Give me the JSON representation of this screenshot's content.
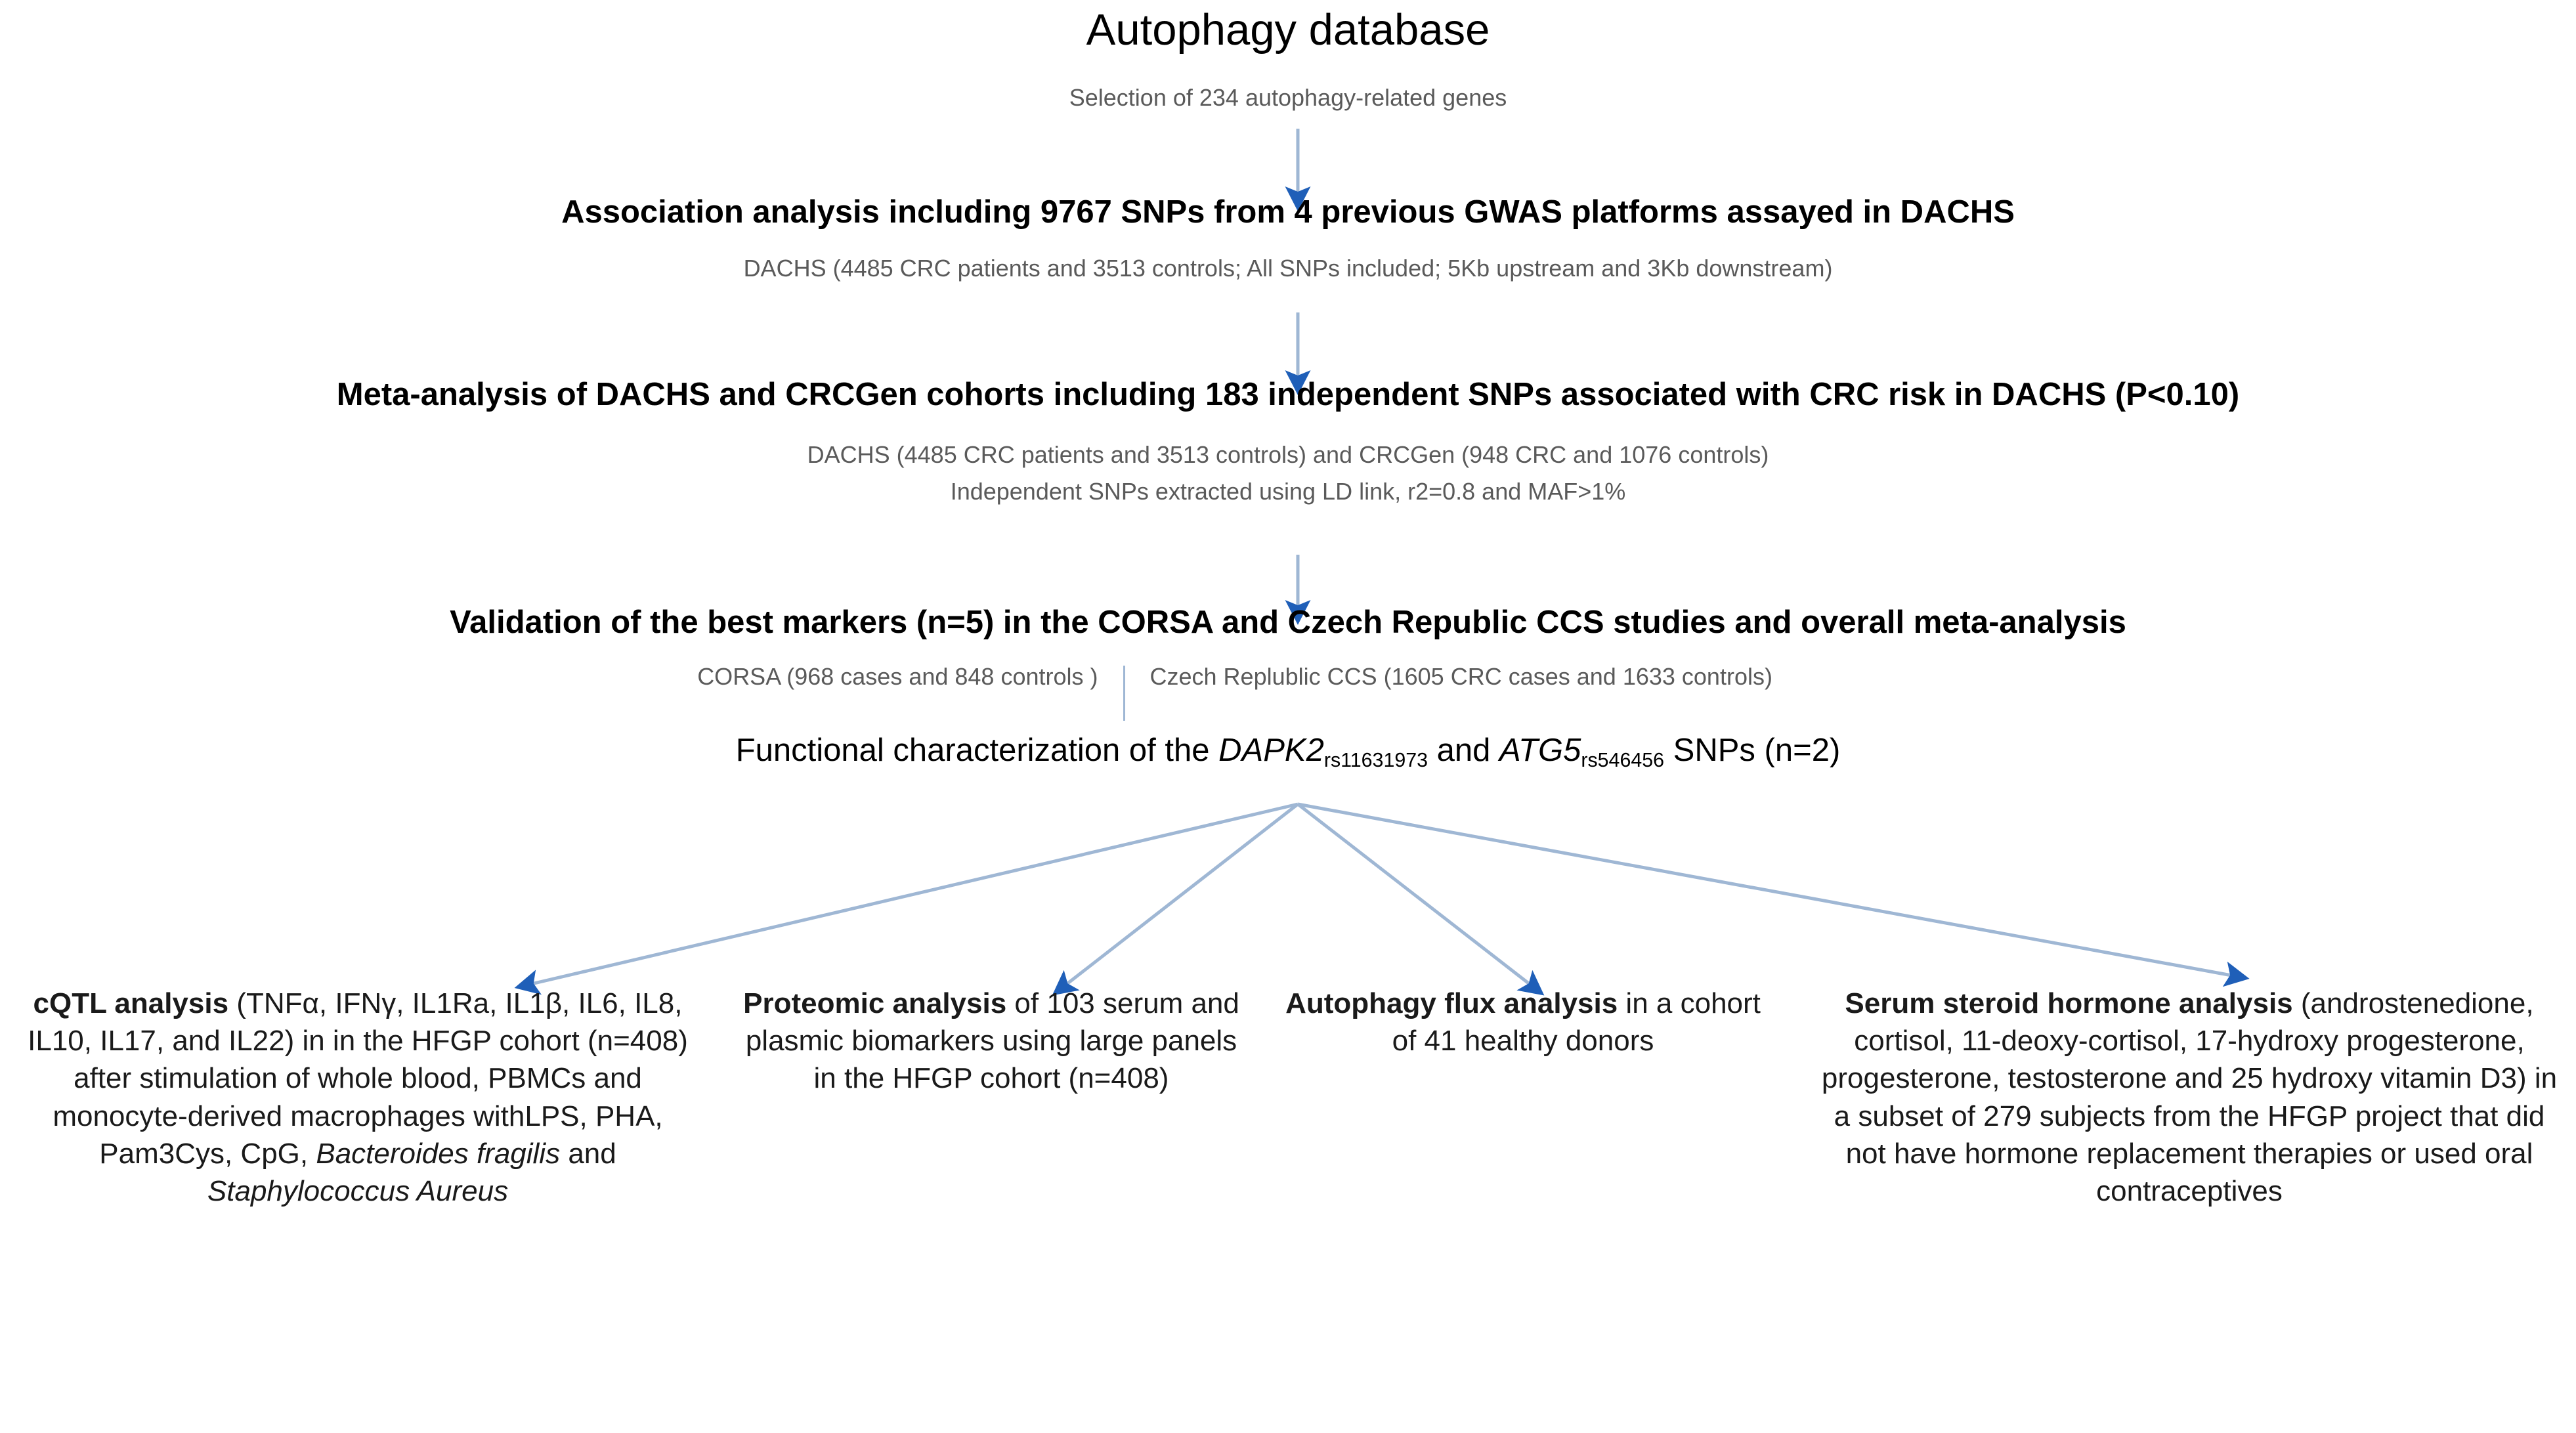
{
  "title": "Autophagy database",
  "steps": {
    "selection_note": "Selection of 234 autophagy-related genes",
    "association_title": "Association analysis including 9767 SNPs from 4 previous GWAS platforms assayed in DACHS",
    "association_note": "DACHS (4485 CRC patients and 3513 controls; All SNPs included; 5Kb upstream and 3Kb downstream)",
    "meta_title": "Meta-analysis of DACHS and CRCGen cohorts including 183 independent SNPs associated with CRC risk in DACHS (P<0.10)",
    "meta_note_1": "DACHS (4485 CRC patients and 3513 controls) and CRCGen (948 CRC and 1076 controls)",
    "meta_note_2": "Independent SNPs extracted using LD link, r2=0.8 and MAF>1%",
    "validation_title": "Validation of the best markers (n=5) in the CORSA and Czech Republic CCS studies and overall meta-analysis",
    "validation_note_left": "CORSA (968 cases and 848 controls )",
    "validation_note_right": "Czech Replublic CCS (1605 CRC cases and 1633 controls)",
    "functional": {
      "prefix": "Functional characterization of the ",
      "gene_1": "DAPK2",
      "gene_1_sub": "rs11631973",
      "middle": " and ",
      "gene_2": "ATG5",
      "gene_2_sub": "rs546456",
      "suffix": " SNPs (n=2)"
    }
  },
  "columns": [
    {
      "lead": "cQTL analysis",
      "body_1": " (TNFα, IFNγ, IL1Ra, IL1β, IL6, IL8, IL10, IL17, and IL22) in in the HFGP cohort (n=408) after stimulation of whole blood, PBMCs and monocyte-derived macrophages withLPS, PHA, Pam3Cys, CpG, ",
      "italic_1": "Bacteroides fragilis",
      "body_2": " and ",
      "italic_2": "Staphylococcus Aureus",
      "body_3": ""
    },
    {
      "lead": "Proteomic analysis",
      "body_1": " of 103 serum and plasmic biomarkers using large panels in the HFGP cohort (n=408)",
      "italic_1": "",
      "body_2": "",
      "italic_2": "",
      "body_3": ""
    },
    {
      "lead": "Autophagy flux analysis",
      "body_1": " in a cohort of 41 healthy donors",
      "italic_1": "",
      "body_2": "",
      "italic_2": "",
      "body_3": ""
    },
    {
      "lead": "Serum steroid hormone analysis",
      "body_1": " (androstenedione, cortisol, 11-deoxy-cortisol, 17-hydroxy progesterone, progesterone, testosterone and 25 hydroxy vitamin D3) in a subset of 279 subjects from the HFGP project that did not have hormone replacement therapies or used oral contraceptives",
      "italic_1": "",
      "body_2": "",
      "italic_2": "",
      "body_3": ""
    }
  ],
  "colors": {
    "arrow_line": "#9fb7d4",
    "arrow_head": "#1f5fb8",
    "note_text": "#5a5a5a",
    "body_text": "#000000"
  }
}
